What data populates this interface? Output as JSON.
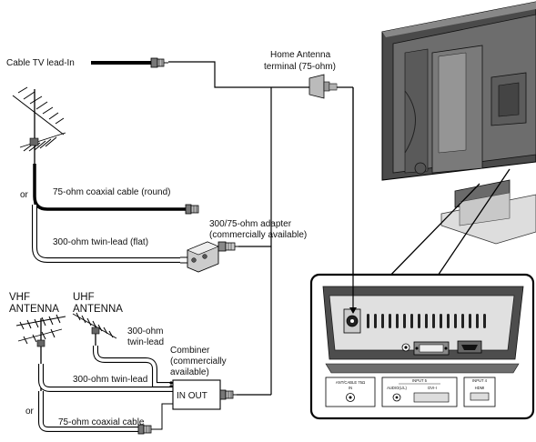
{
  "labels": {
    "cable_tv": "Cable TV lead-In",
    "home_antenna_1": "Home Antenna",
    "home_antenna_2": "terminal (75-ohm)",
    "or_1": "or",
    "coax_round": "75-ohm coaxial cable (round)",
    "adapter_1": "300/75-ohm adapter",
    "adapter_2": "(commercially available)",
    "twin_flat": "300-ohm twin-lead (flat)",
    "vhf_1": "VHF",
    "vhf_2": "ANTENNA",
    "uhf_1": "UHF",
    "uhf_2": "ANTENNA",
    "twin_uhf_1": "300-ohm",
    "twin_uhf_2": "twin-lead",
    "combiner_1": "Combiner",
    "combiner_2": "(commercially",
    "combiner_3": "available)",
    "twin_vhf": "300-ohm twin-lead",
    "or_2": "or",
    "coax_75": "75-ohm coaxial cable",
    "in_out": "IN OUT"
  },
  "panel": {
    "antenna_label": "ANT/CABLE 75Ω",
    "antenna_sub": "IN",
    "input5_label": "INPUT 5",
    "audio_label": "AUDIO(L/L)",
    "dvi_label": "DVI-I",
    "input4_label": "INPUT 4",
    "hdmi_label": "HDMI"
  }
}
